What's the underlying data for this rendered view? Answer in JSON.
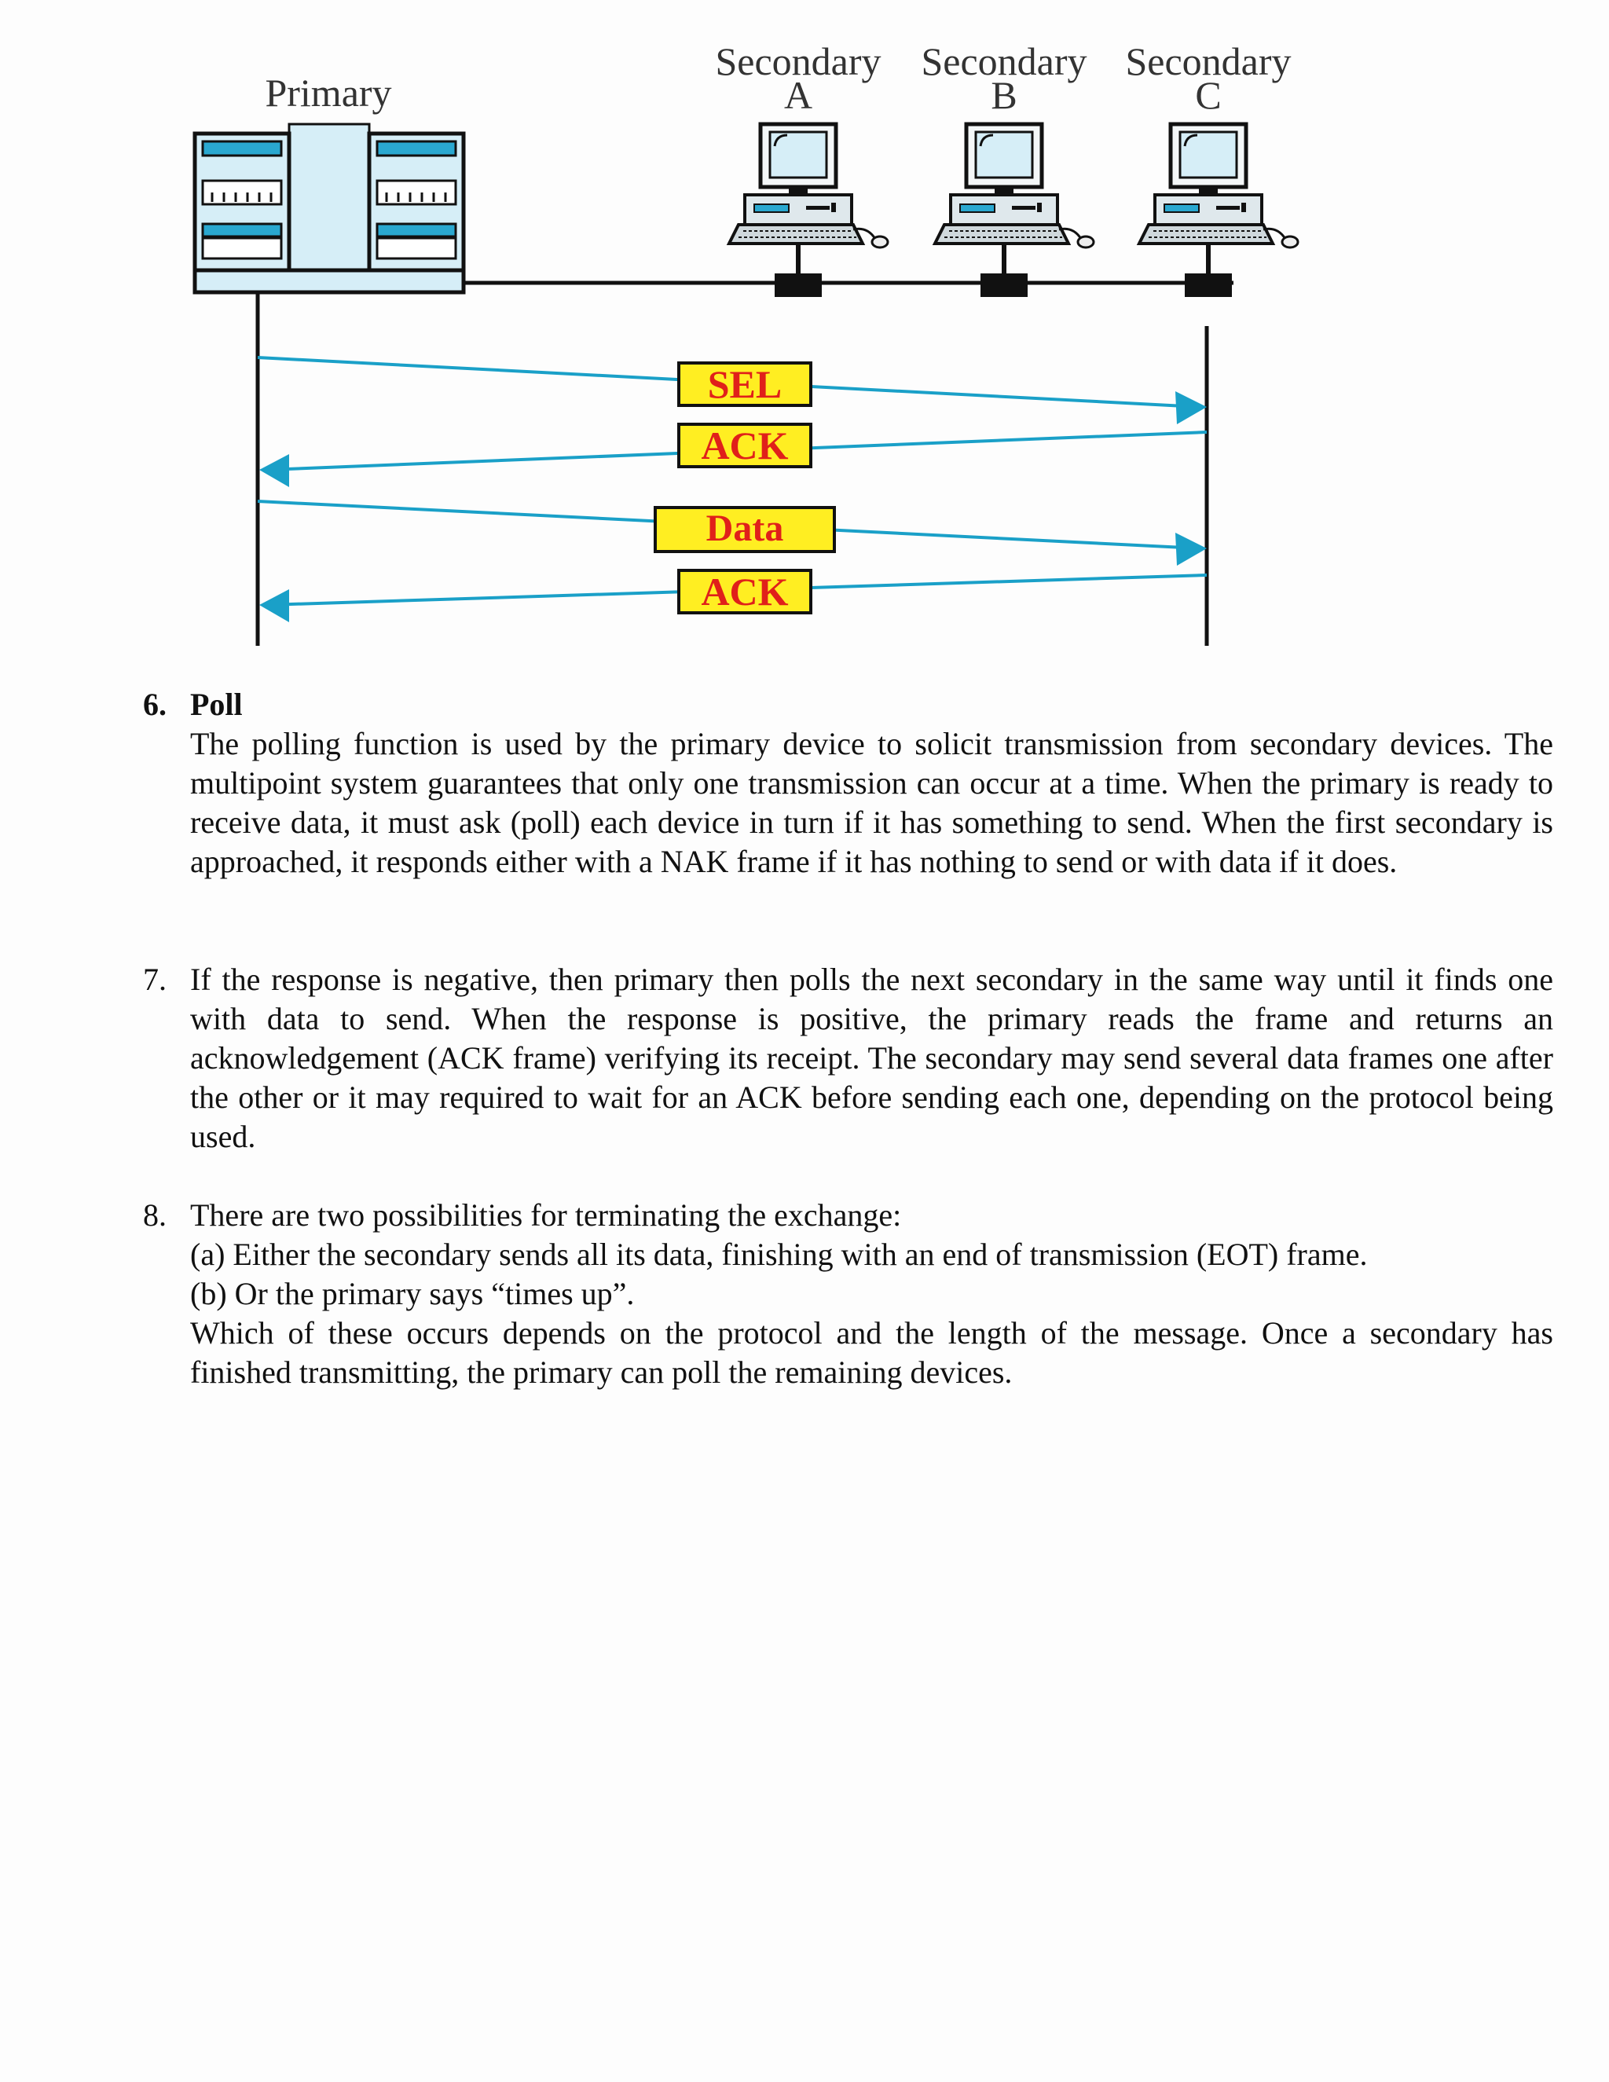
{
  "diagram": {
    "primary_label": "Primary",
    "secondaries": [
      {
        "line1": "Secondary",
        "line2": "A"
      },
      {
        "line1": "Secondary",
        "line2": "B"
      },
      {
        "line1": "Secondary",
        "line2": "C"
      }
    ],
    "frames": [
      "SEL",
      "ACK",
      "Data",
      "ACK"
    ],
    "colors": {
      "arrow": "#1aa0c8",
      "frame_fill": "#ffee22",
      "frame_text": "#e0201a",
      "device_fill": "#d6eef7",
      "accent": "#2aa8d0"
    }
  },
  "items": [
    {
      "number": "6.",
      "title": "Poll",
      "paragraphs": [
        "The polling function is used by the primary device to solicit transmission from secondary devices. The multipoint system guarantees that only one transmission can occur at a time. When the primary is ready to receive data, it must ask (poll) each device in turn if it has something to send. When the first secondary is approached, it responds either with a NAK frame if it has nothing to send or with data if it does."
      ]
    },
    {
      "number": "7.",
      "paragraphs": [
        "If the response is negative, then primary then polls the next secondary in the same way until it finds one with data to send. When the response is positive, the primary reads the frame and returns an acknowledgement (ACK frame) verifying its receipt. The secondary may send several data frames one after the other or it may required to wait for an ACK before sending each one, depending on the protocol being used."
      ]
    },
    {
      "number": "8.",
      "paragraphs": [
        "There are two possibilities for terminating the exchange:",
        "(a) Either the secondary sends all its data, finishing with an end of transmission (EOT) frame.",
        "(b)  Or the primary says “times up”.",
        "Which of these occurs depends on the protocol and the length of the message. Once a secondary has finished transmitting, the primary can poll the remaining devices."
      ]
    }
  ]
}
